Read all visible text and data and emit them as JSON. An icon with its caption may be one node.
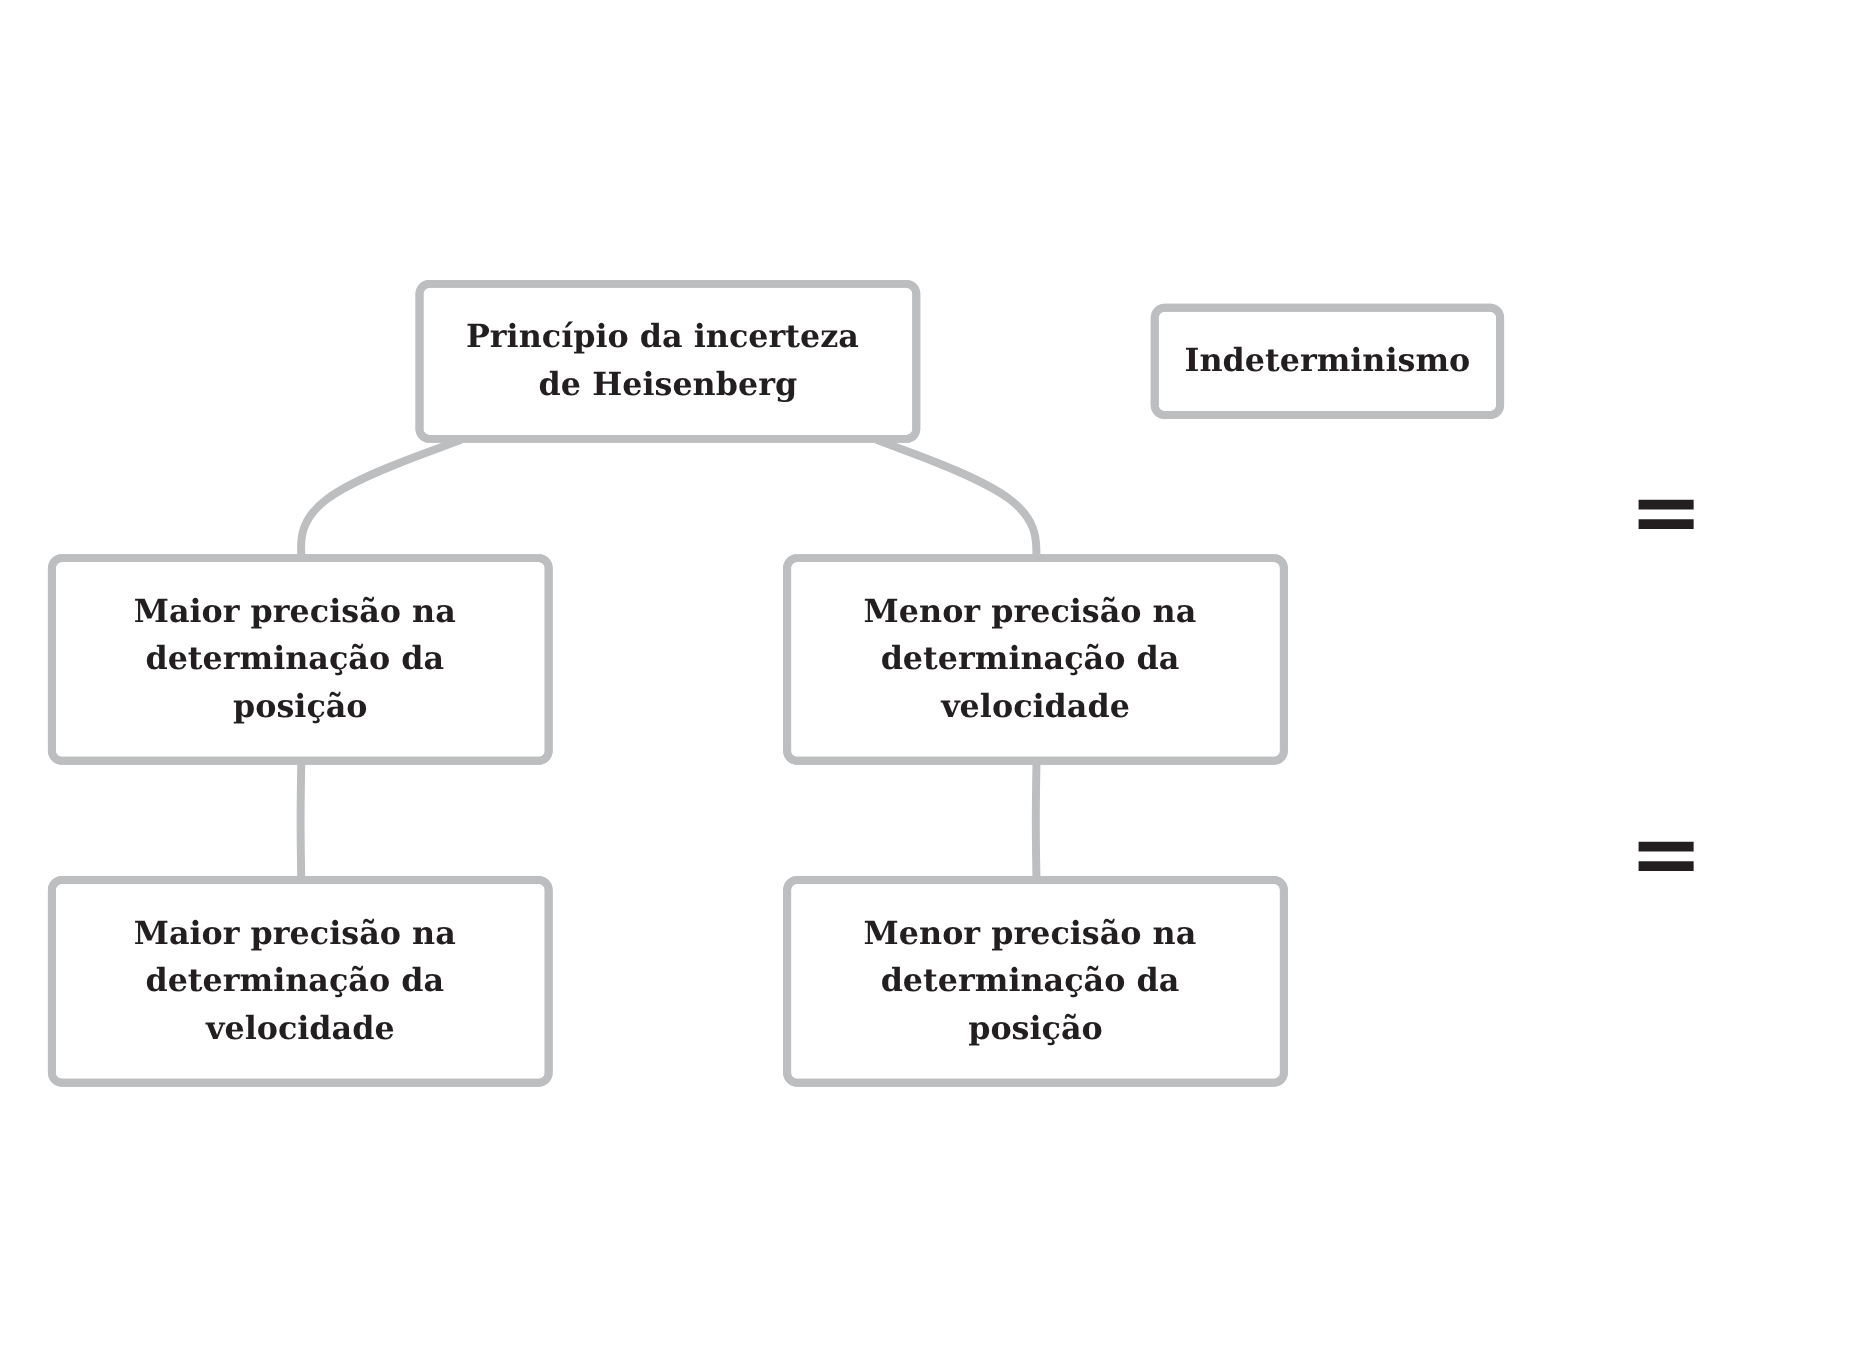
{
  "diagram": {
    "nodes": [
      {
        "text": [
          "Princípio da incerteza de Heisenberg"
        ]
      },
      {
        "text": [
          "Maior precisão na determinação da posição"
        ]
      },
      {
        "text": [
          "Menor precisão na determinação da velocidade"
        ]
      },
      {
        "text": [
          "Maior precisão na determinação da velocidade"
        ]
      },
      {
        "text": [
          "Menor precisão na determinação da posição"
        ]
      },
      {
        "text": [
          "Indeterminismo"
        ]
      }
    ],
    "edges": [
      {
        "from": 0,
        "to": 1,
        "arrow": "none"
      },
      {
        "from": 0,
        "to": 2,
        "arrow": "none"
      },
      {
        "from": 1,
        "to": 3,
        "arrow": "none"
      },
      {
        "from": 2,
        "to": 4,
        "arrow": "none"
      }
    ],
    "labels": [
      "=",
      "="
    ]
  }
}
